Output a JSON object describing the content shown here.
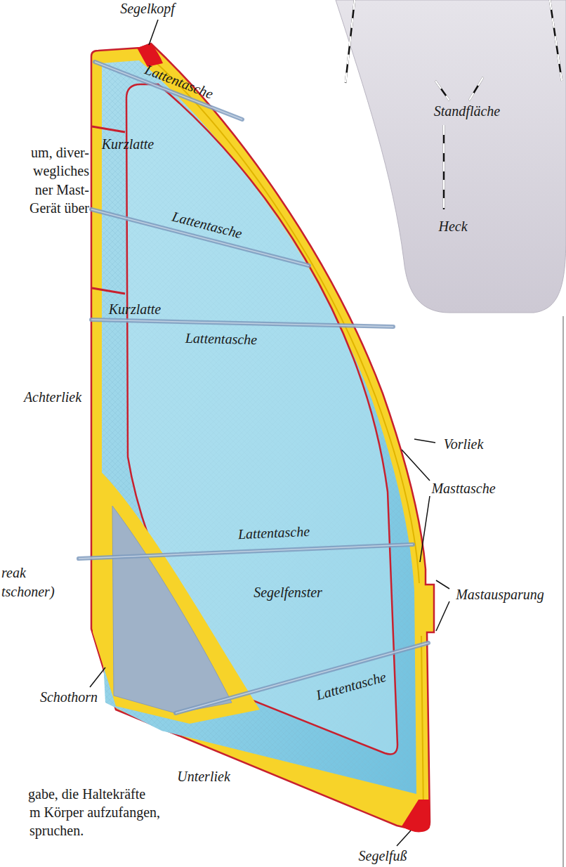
{
  "diagram": {
    "labels": [
      "Segelkopf",
      "um, diver-",
      "wegliches",
      "ner Mast-",
      "Gerät über",
      "Lattentasche",
      "Kurzlatte",
      "Standfläche",
      "Lattentasche",
      "Heck",
      "Kurzlatte",
      "Lattentasche",
      "Achterliek",
      "Vorliek",
      "Masttasche",
      "Lattentasche",
      "reak",
      "tschoner)",
      "Segelfenster",
      "Mastausparung",
      "Lattentasche",
      "Schothorn",
      "Unterliek",
      "gabe, die Haltekräfte",
      "m Körper aufzufangen,",
      "spruchen.",
      "Segelfuß"
    ]
  }
}
